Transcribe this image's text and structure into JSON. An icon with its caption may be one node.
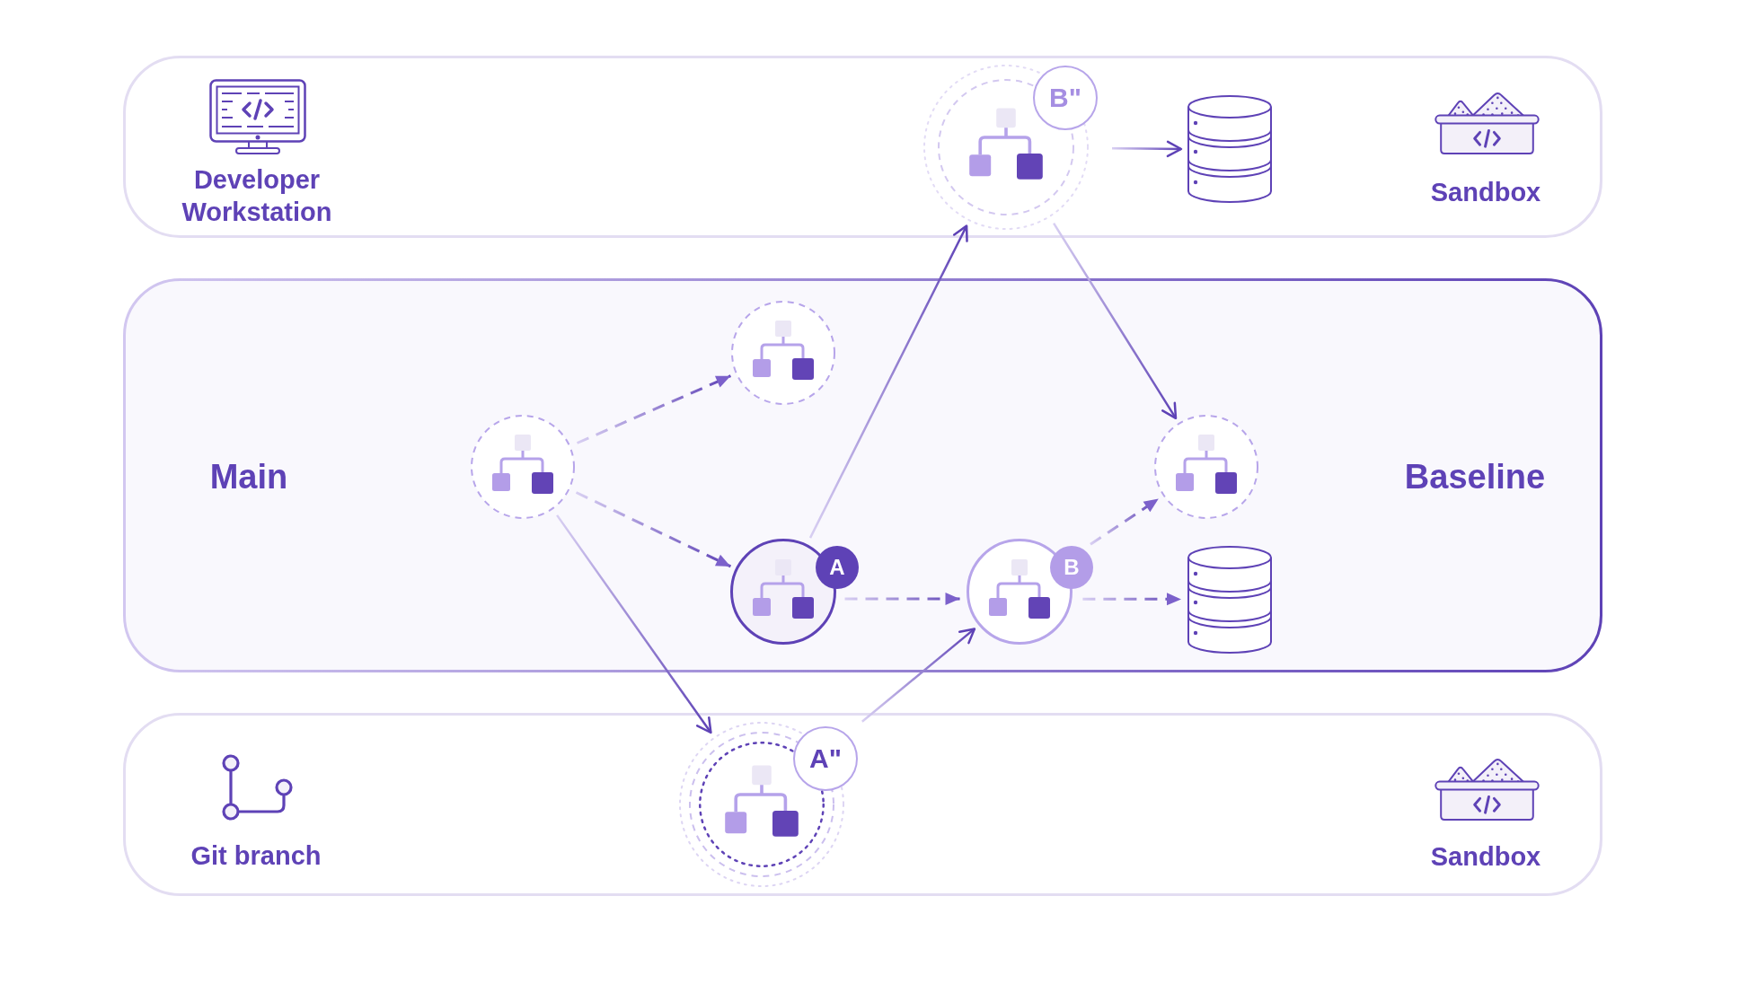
{
  "diagram": {
    "nodes": [
      {
        "text": [
          "Developer Workstation",
          "Sandbox"
        ]
      },
      {
        "text": [
          "B\""
        ],
        "in": 0
      },
      {
        "text": [],
        "shape": "cylinder",
        "in": 0
      },
      {
        "text": [
          "Main",
          "Baseline"
        ]
      },
      {
        "text": [],
        "shape": "circle",
        "in": 3
      },
      {
        "text": [],
        "shape": "circle",
        "in": 3
      },
      {
        "text": [
          "A"
        ],
        "in": 3
      },
      {
        "text": [
          "B"
        ],
        "in": 3
      },
      {
        "text": [],
        "shape": "circle",
        "in": 3
      },
      {
        "text": [],
        "shape": "cylinder",
        "in": 3
      },
      {
        "text": [
          "Git branch",
          "Sandbox"
        ]
      },
      {
        "text": [
          "A\""
        ],
        "in": 10
      }
    ],
    "edges": [
      {
        "from": 4,
        "to": 5,
        "arrow": "to",
        "style": "dashed"
      },
      {
        "from": 4,
        "to": 6,
        "arrow": "to",
        "style": "dashed"
      },
      {
        "from": 4,
        "to": 11,
        "arrow": "to"
      },
      {
        "from": 6,
        "to": 1,
        "arrow": "to"
      },
      {
        "from": 1,
        "to": 2,
        "arrow": "to"
      },
      {
        "from": 1,
        "to": 8,
        "arrow": "to"
      },
      {
        "from": 6,
        "to": 7,
        "arrow": "to",
        "style": "dashed"
      },
      {
        "from": 11,
        "to": 7,
        "arrow": "to"
      },
      {
        "from": 7,
        "to": 8,
        "arrow": "to",
        "style": "dashed"
      },
      {
        "from": 7,
        "to": 9,
        "arrow": "to",
        "style": "dashed"
      }
    ]
  }
}
